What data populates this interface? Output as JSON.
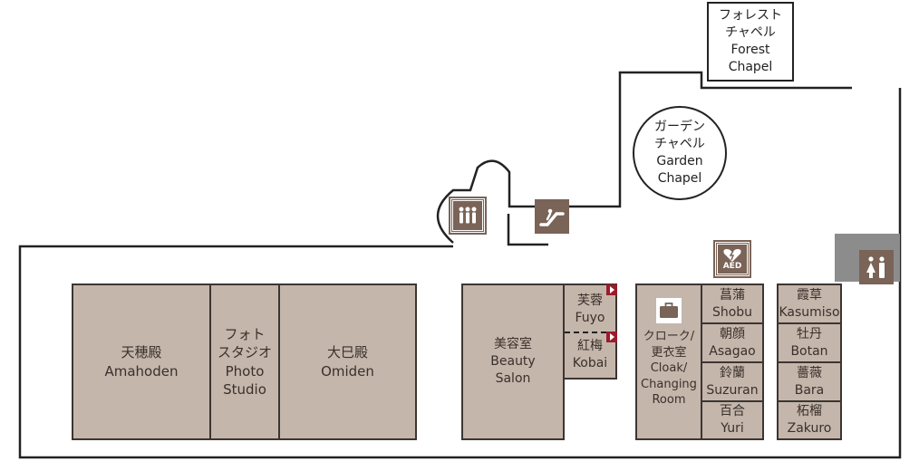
{
  "colors": {
    "room": "#c4b6ab",
    "icon": "#7a6357",
    "wall": "#222222",
    "marker": "#9c1b2b"
  },
  "rooms": {
    "amahoden": {
      "jp": "天穂殿",
      "en": "Amahoden"
    },
    "photo_studio": {
      "jp1": "フォト",
      "jp2": "スタジオ",
      "en1": "Photo",
      "en2": "Studio"
    },
    "omiden": {
      "jp": "大巳殿",
      "en": "Omiden"
    },
    "beauty_salon": {
      "jp": "美容室",
      "en1": "Beauty",
      "en2": "Salon"
    },
    "fuyo": {
      "jp": "芙蓉",
      "en": "Fuyo"
    },
    "kobai": {
      "jp": "紅梅",
      "en": "Kobai"
    },
    "cloak": {
      "jp1": "クローク/",
      "jp2": "更衣室",
      "en1": "Cloak/",
      "en2": "Changing",
      "en3": "Room"
    },
    "shobu": {
      "jp": "菖蒲",
      "en": "Shobu"
    },
    "asagao": {
      "jp": "朝顔",
      "en": "Asagao"
    },
    "suzuran": {
      "jp": "鈴蘭",
      "en": "Suzuran"
    },
    "yuri": {
      "jp": "百合",
      "en": "Yuri"
    },
    "kasumiso": {
      "jp": "霞草",
      "en": "Kasumiso"
    },
    "botan": {
      "jp": "牡丹",
      "en": "Botan"
    },
    "bara": {
      "jp": "薔薇",
      "en": "Bara"
    },
    "zakuro": {
      "jp": "柘榴",
      "en": "Zakuro"
    }
  },
  "chapels": {
    "forest": {
      "jp1": "フォレスト",
      "jp2": "チャペル",
      "en1": "Forest",
      "en2": "Chapel"
    },
    "garden": {
      "jp1": "ガーデン",
      "jp2": "チャペル",
      "en1": "Garden",
      "en2": "Chapel"
    }
  },
  "icons": {
    "elevator": "elevator-icon",
    "escalator": "escalator-icon",
    "aed": {
      "name": "aed-icon",
      "label": "AED"
    },
    "restroom": "restroom-icon",
    "cloak": "luggage-icon"
  }
}
